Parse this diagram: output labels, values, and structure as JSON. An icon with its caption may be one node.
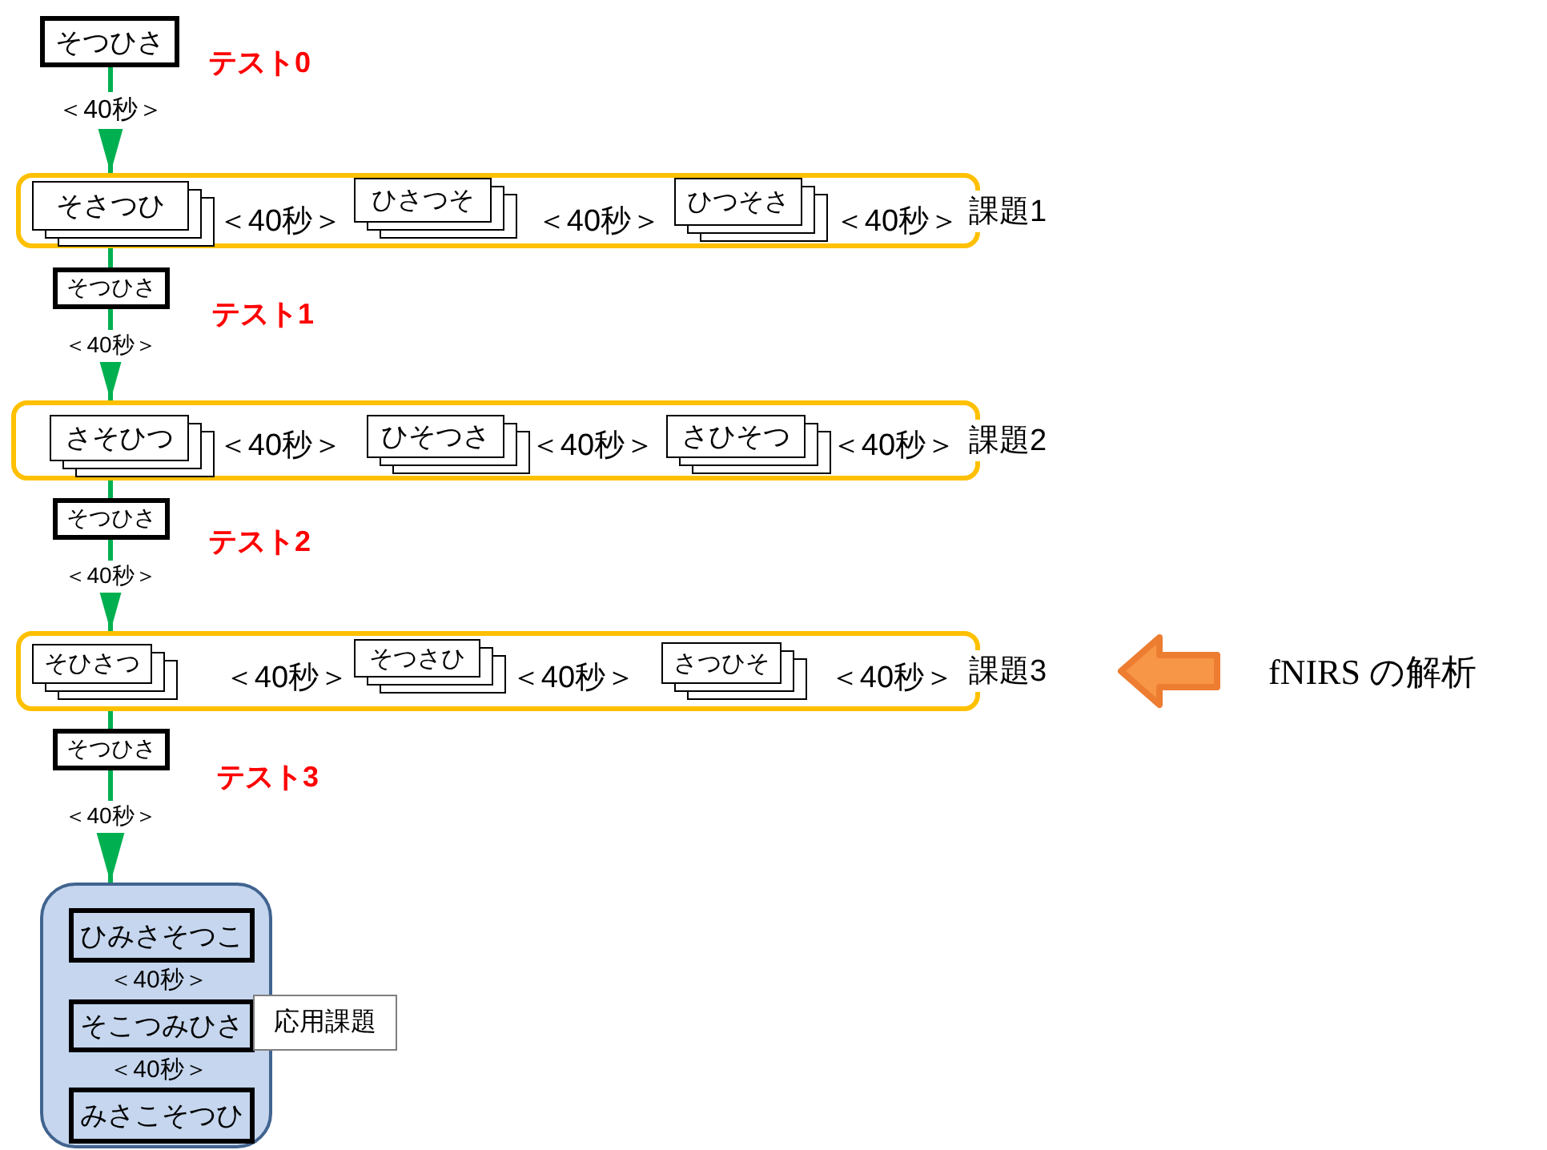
{
  "diagram": {
    "nodes": [
      {
        "text": [
          "そつひさ"
        ],
        "beside": [
          "テスト0"
        ]
      },
      {
        "text": [
          "課題1"
        ]
      },
      {
        "text": [
          "そさつひ"
        ],
        "in": 1
      },
      {
        "text": [
          "ひさつそ"
        ],
        "in": 1
      },
      {
        "text": [
          "ひつそさ"
        ],
        "in": 1
      },
      {
        "text": [
          "そつひさ"
        ],
        "beside": [
          "テスト1"
        ]
      },
      {
        "text": [
          "課題2"
        ]
      },
      {
        "text": [
          "さそひつ"
        ],
        "in": 6
      },
      {
        "text": [
          "ひそつさ"
        ],
        "in": 6
      },
      {
        "text": [
          "さひそつ"
        ],
        "in": 6
      },
      {
        "text": [
          "そつひさ"
        ],
        "beside": [
          "テスト2"
        ]
      },
      {
        "text": [
          "課題3"
        ]
      },
      {
        "text": [
          "そひさつ"
        ],
        "in": 11
      },
      {
        "text": [
          "そつさひ"
        ],
        "in": 11
      },
      {
        "text": [
          "さつひそ"
        ],
        "in": 11
      },
      {
        "text": [
          "そつひさ"
        ],
        "beside": [
          "テスト3"
        ]
      },
      {
        "text": [],
        "shape": "box"
      },
      {
        "text": [
          "ひみさそつこ"
        ],
        "in": 16
      },
      {
        "text": [
          "そこつみひさ"
        ],
        "in": 16
      },
      {
        "text": [
          "みさこそつひ"
        ],
        "in": 16
      },
      {
        "text": [
          "応用課題"
        ]
      },
      {
        "text": [
          "fNIRS の解析"
        ]
      }
    ],
    "edges": [
      {
        "from": 0,
        "to": 1,
        "arrow": "to",
        "label": "＜40秒＞"
      },
      {
        "from": 1,
        "to": 5,
        "arrow": "none"
      },
      {
        "from": 5,
        "to": 6,
        "arrow": "to",
        "label": "＜40秒＞"
      },
      {
        "from": 6,
        "to": 10,
        "arrow": "none"
      },
      {
        "from": 10,
        "to": 11,
        "arrow": "to",
        "label": "＜40秒＞"
      },
      {
        "from": 11,
        "to": 15,
        "arrow": "none"
      },
      {
        "from": 15,
        "to": 16,
        "arrow": "to",
        "label": "＜40秒＞"
      },
      {
        "from": 21,
        "to": 11,
        "arrow": "to",
        "style": "thick",
        "color": "#ed7d31"
      }
    ],
    "labels": [
      "＜40秒＞",
      "＜40秒＞",
      "＜40秒＞",
      "＜40秒＞",
      "＜40秒＞",
      "＜40秒＞",
      "＜40秒＞",
      "＜40秒＞",
      "＜40秒＞",
      "＜40秒＞",
      "＜40秒＞"
    ]
  }
}
